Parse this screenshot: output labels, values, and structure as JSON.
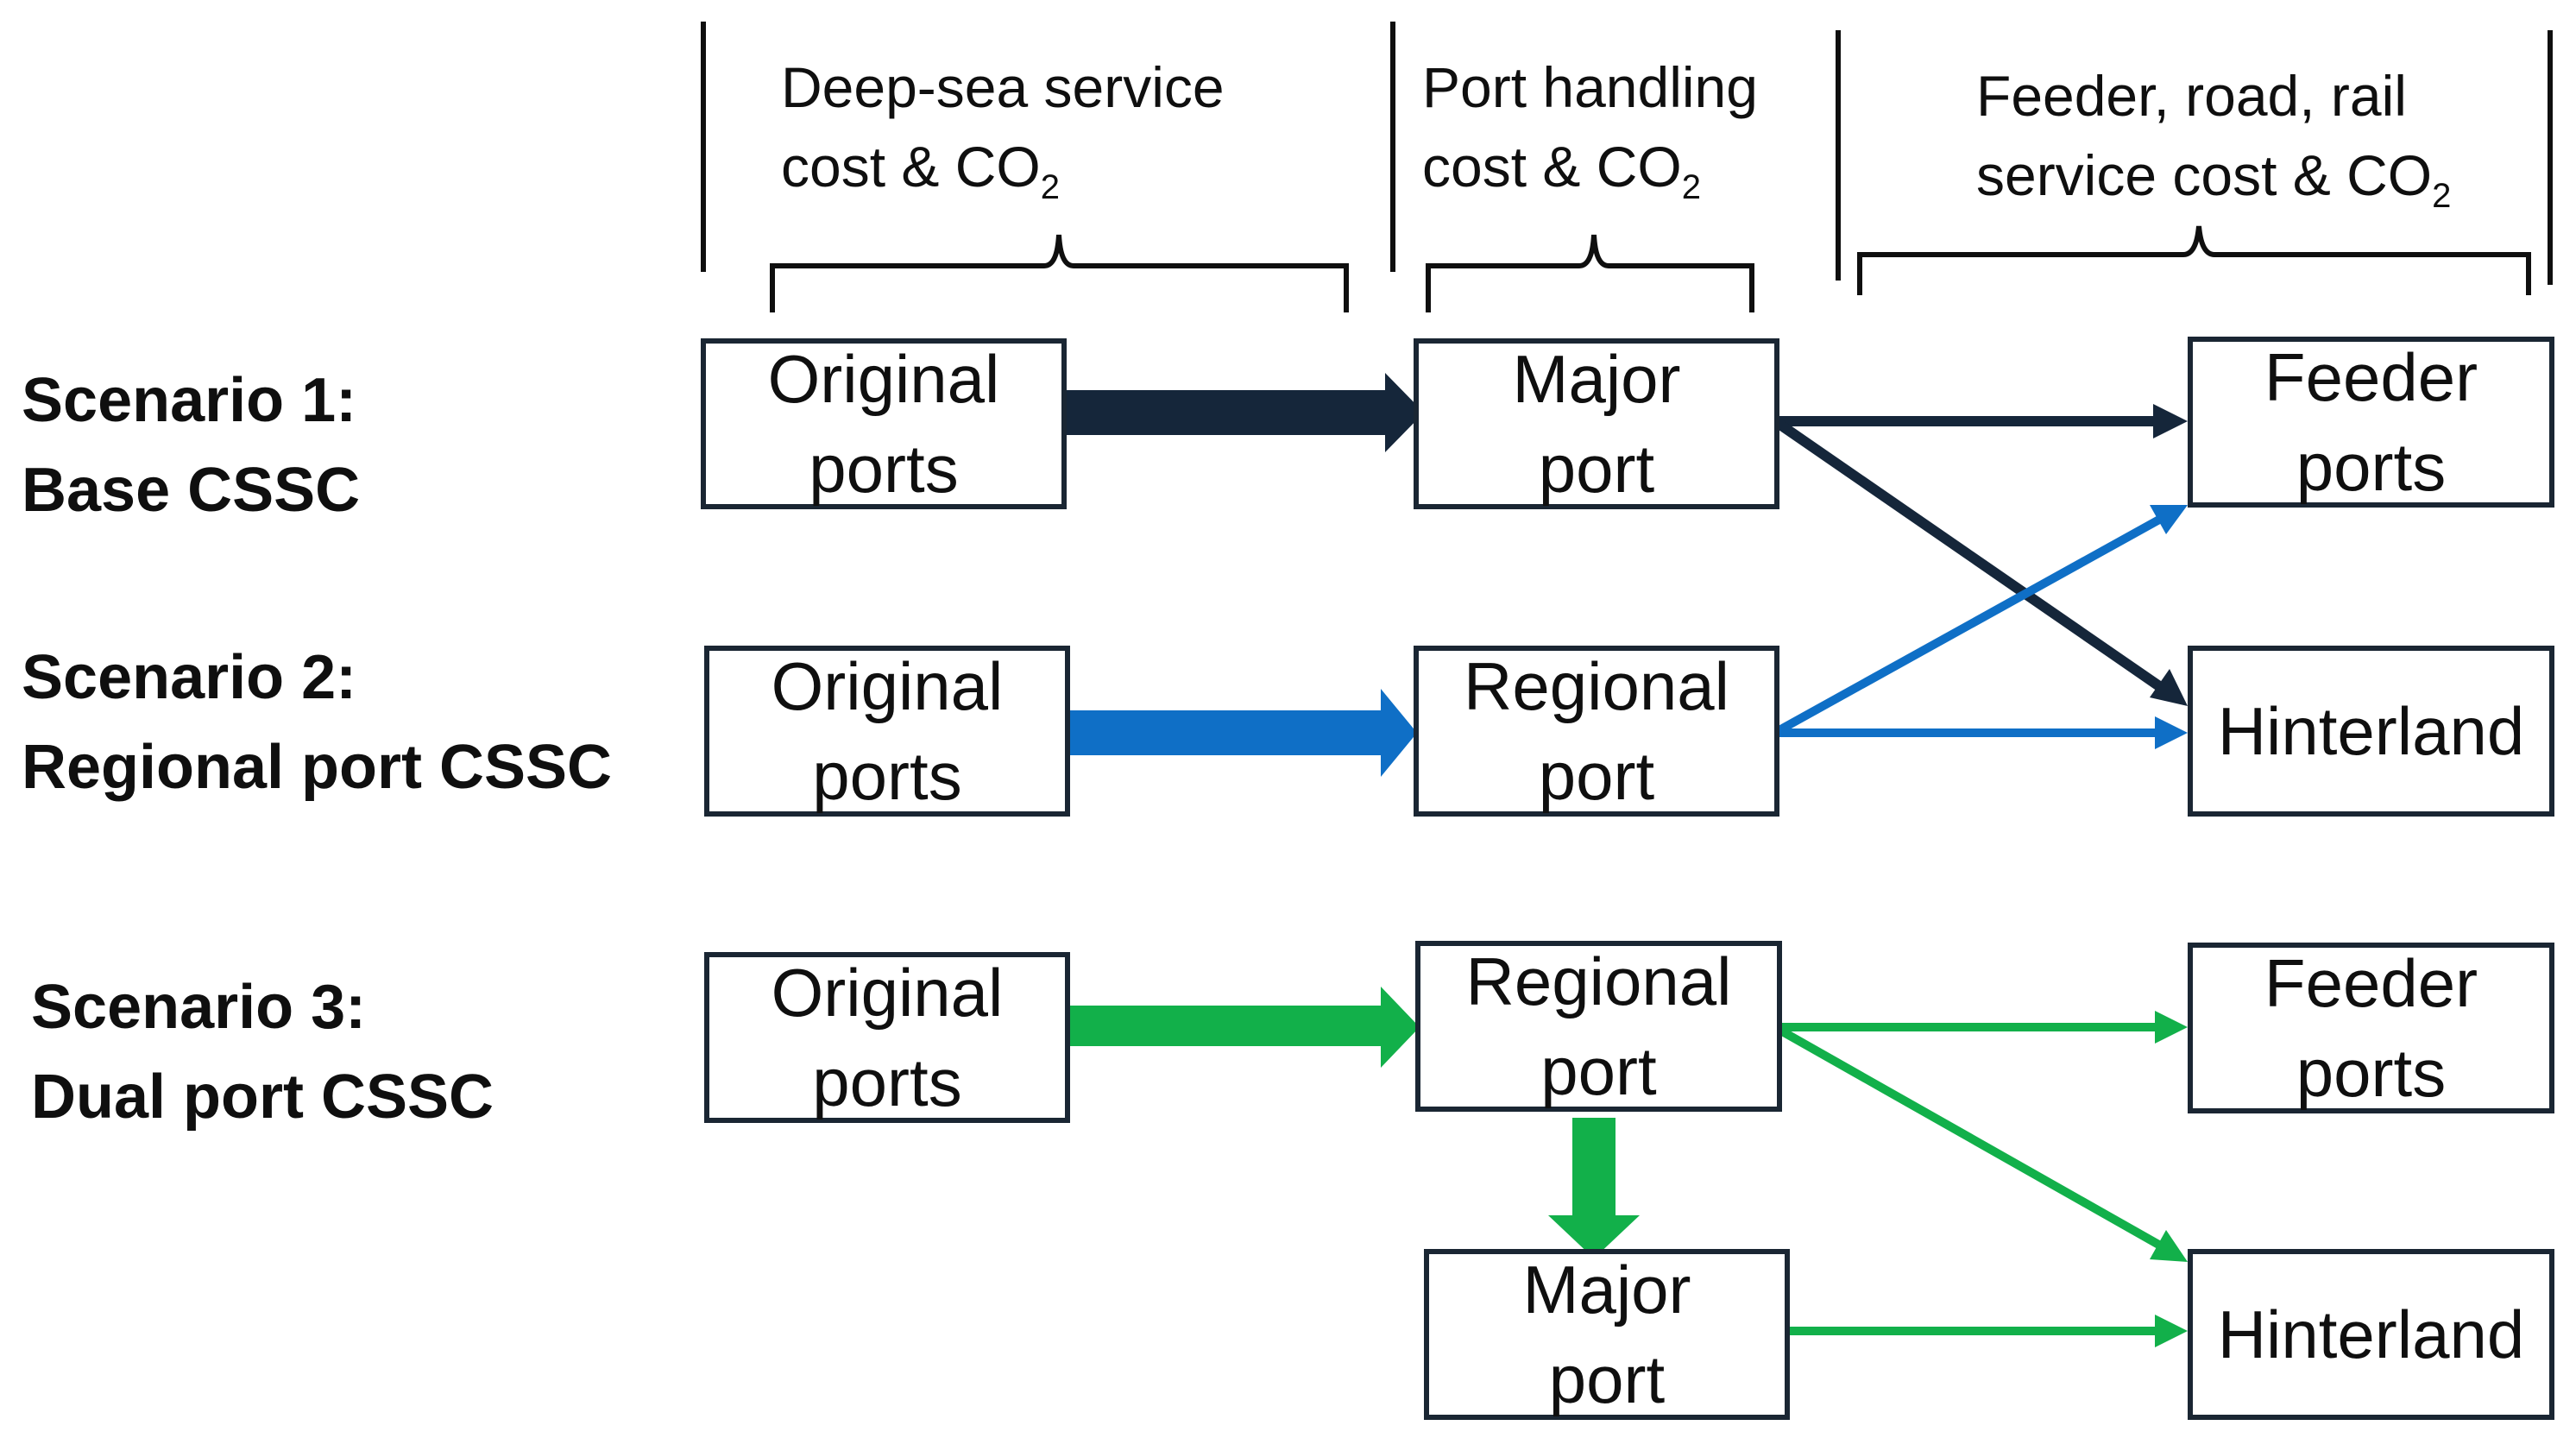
{
  "headers": {
    "deep_sea": {
      "line1": "Deep-sea service",
      "line2": "cost & CO",
      "sub": "2"
    },
    "port_handling": {
      "line1": "Port handling",
      "line2": "cost & CO",
      "sub": "2"
    },
    "feeder": {
      "line1": "Feeder, road, rail",
      "line2": "service cost & CO",
      "sub": "2"
    }
  },
  "scenarios": [
    {
      "line1": "Scenario 1:",
      "line2": "Base CSSC"
    },
    {
      "line1": "Scenario 2:",
      "line2": "Regional port CSSC"
    },
    {
      "line1": "Scenario 3:",
      "line2": "Dual port CSSC"
    }
  ],
  "nodes": {
    "s1_origin": {
      "line1": "Original",
      "line2": "ports"
    },
    "s1_hub": {
      "line1": "Major",
      "line2": "port"
    },
    "s1_feeder": {
      "line1": "Feeder",
      "line2": "ports"
    },
    "s2_origin": {
      "line1": "Original",
      "line2": "ports"
    },
    "s2_hub": {
      "line1": "Regional",
      "line2": "port"
    },
    "s2_hinterland": {
      "line1": "Hinterland"
    },
    "s3_origin": {
      "line1": "Original",
      "line2": "ports"
    },
    "s3_hub": {
      "line1": "Regional",
      "line2": "port"
    },
    "s3_feeder": {
      "line1": "Feeder",
      "line2": "ports"
    },
    "s3_major": {
      "line1": "Major",
      "line2": "port"
    },
    "s3_hinterland": {
      "line1": "Hinterland"
    }
  },
  "colors": {
    "scenario1": "#15263a",
    "scenario2": "#0f6fc6",
    "scenario3": "#12b04a",
    "box_border": "#1a2633",
    "text": "#0f0f0f"
  }
}
